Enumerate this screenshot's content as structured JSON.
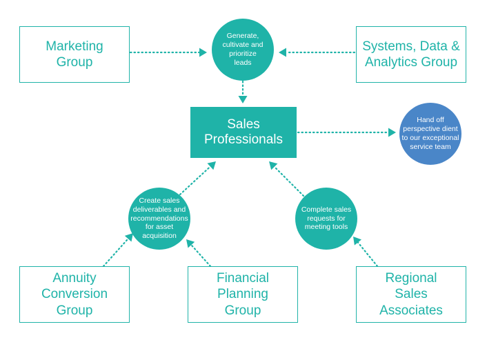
{
  "colors": {
    "teal": "#1fb3a8",
    "blue": "#4a86c8",
    "background": "#ffffff"
  },
  "nodes": {
    "marketing": "Marketing\nGroup",
    "systems": "Systems, Data &\nAnalytics Group",
    "sales": "Sales Professionals",
    "generate": "Generate,\ncultivate and\nprioritize\nleads",
    "handoff": "Hand off\nperspective dient\nto our exceptional\nservice team",
    "create": "Create sales\ndeliverables and\nrecommendations\nfor asset\nacquisition",
    "complete": "Complete sales\nrequests for\nmeeting tools",
    "annuity": "Annuity Conversion\nGroup",
    "financial": "Financial\nPlanning\nGroup",
    "regional": "Regional\nSales\nAssociates"
  },
  "connectors": [
    {
      "from": "marketing",
      "to": "generate"
    },
    {
      "from": "systems",
      "to": "generate"
    },
    {
      "from": "generate",
      "to": "sales"
    },
    {
      "from": "sales",
      "to": "handoff"
    },
    {
      "from": "create",
      "to": "sales"
    },
    {
      "from": "complete",
      "to": "sales"
    },
    {
      "from": "annuity",
      "to": "create"
    },
    {
      "from": "financial",
      "to": "create"
    },
    {
      "from": "regional",
      "to": "complete"
    }
  ]
}
